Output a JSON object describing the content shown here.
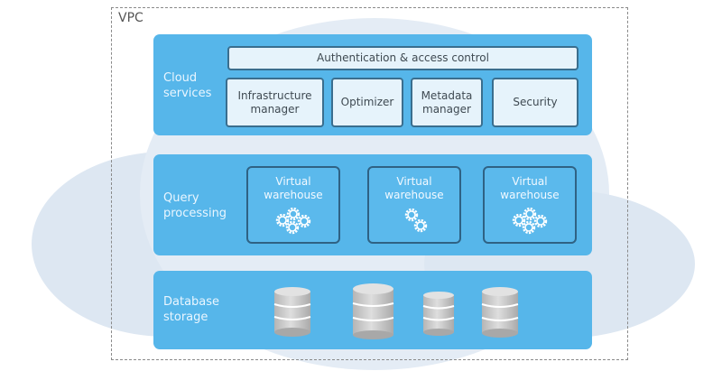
{
  "vpc_label": "VPC",
  "colors": {
    "panel": "#56b6ea",
    "subbox_fill": "#e6f3fb",
    "subbox_border": "#3a6e8e",
    "cloud": "#dde7f2",
    "cylinder": "#c9c9c9"
  },
  "cloud_services": {
    "label": "Cloud services",
    "label_lines": [
      "Cloud",
      "services"
    ],
    "auth": "Authentication & access control",
    "components": [
      {
        "lines": [
          "Infrastructure",
          "manager"
        ]
      },
      {
        "lines": [
          "Optimizer"
        ]
      },
      {
        "lines": [
          "Metadata",
          "manager"
        ]
      },
      {
        "lines": [
          "Security"
        ]
      }
    ]
  },
  "query_processing": {
    "label_lines": [
      "Query",
      "processing"
    ],
    "warehouses": [
      {
        "lines": [
          "Virtual",
          "warehouse"
        ],
        "icon": "gears-four-icon"
      },
      {
        "lines": [
          "Virtual",
          "warehouse"
        ],
        "icon": "gears-two-icon"
      },
      {
        "lines": [
          "Virtual",
          "warehouse"
        ],
        "icon": "gears-four-icon"
      }
    ]
  },
  "database_storage": {
    "label_lines": [
      "Database",
      "storage"
    ],
    "databases": [
      "database-icon",
      "database-icon",
      "database-icon",
      "database-icon"
    ]
  }
}
